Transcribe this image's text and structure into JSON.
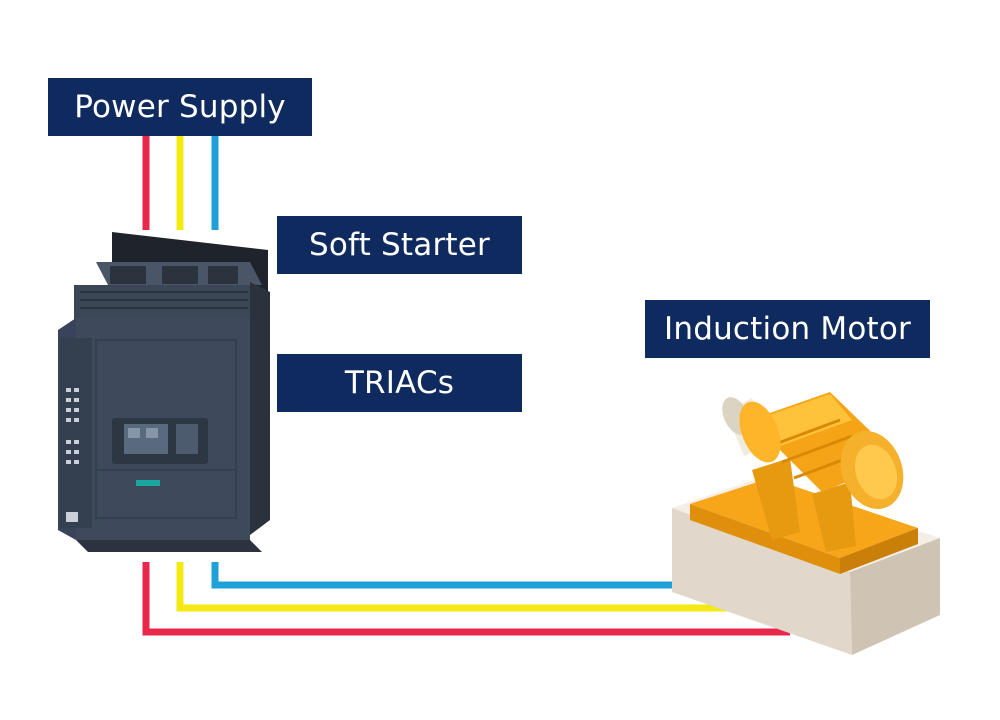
{
  "labels": {
    "power_supply": "Power Supply",
    "soft_starter": "Soft Starter",
    "triacs": "TRIACs",
    "induction_motor": "Induction Motor"
  },
  "colors": {
    "label_bg": "#0f2a5e",
    "phase_l1": "#e8274b",
    "phase_l2": "#f4ea13",
    "phase_l3": "#1ea0d9",
    "starter_body": "#3a4658",
    "motor_orange": "#f6a417",
    "base_cream": "#efe8df"
  },
  "icons": [
    "soft-starter-device",
    "induction-motor",
    "three-phase-wires"
  ]
}
